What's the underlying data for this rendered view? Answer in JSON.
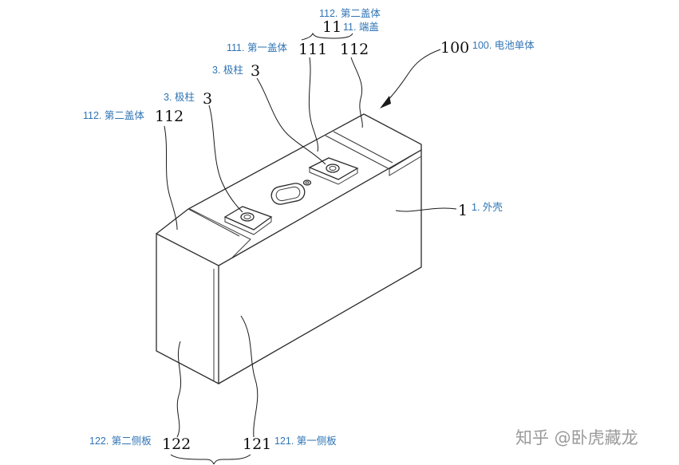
{
  "refs": {
    "r11": "11",
    "r111": "111",
    "r112_top": "112",
    "r100": "100",
    "r3_right": "3",
    "r3_left": "3",
    "r112_left": "112",
    "r1": "1",
    "r122": "122",
    "r121": "121"
  },
  "notes": {
    "n112_top": "112. 第二盖体",
    "n11": "11. 端盖",
    "n111": "111. 第一盖体",
    "n100": "100. 电池单体",
    "n3_right": "3. 极柱",
    "n3_left": "3. 极柱",
    "n112_left": "112. 第二盖体",
    "n1": "1. 外壳",
    "n122": "122. 第二侧板",
    "n121": "121. 第一侧板"
  },
  "watermark": "知乎 @卧虎藏龙",
  "colors": {
    "annotation": "#2f74b5",
    "line": "#2a2a2a",
    "watermark": "#9a9a9a"
  }
}
